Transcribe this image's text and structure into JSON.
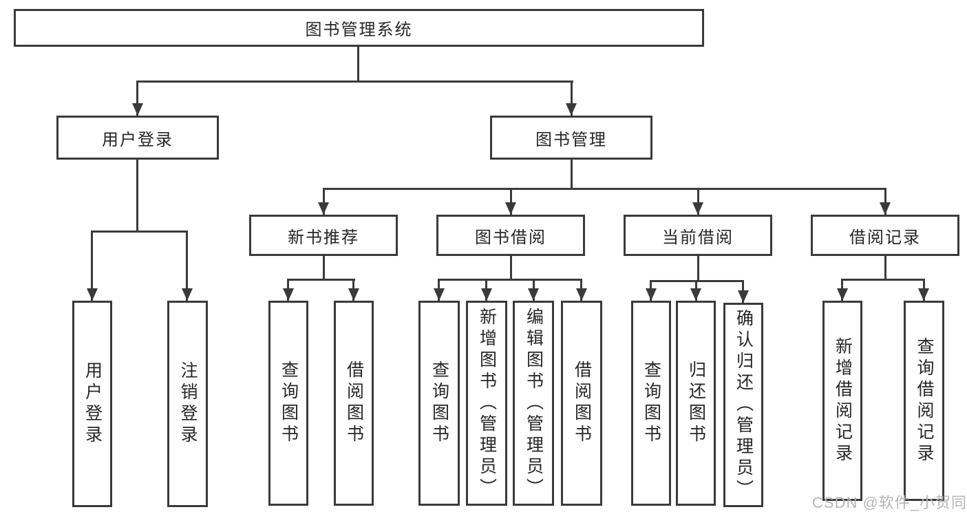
{
  "nodes": {
    "root": "图书管理系统",
    "user_login": "用户登录",
    "book_mgmt": "图书管理",
    "new_book": "新书推荐",
    "book_borrow": "图书借阅",
    "current_borrow": "当前借阅",
    "borrow_record": "借阅记录",
    "leaf_user_login": "用户登录",
    "leaf_logout": "注销登录",
    "leaf_nb_query": "查询图书",
    "leaf_nb_borrow": "借阅图书",
    "leaf_bb_query": "查询图书",
    "leaf_bb_add": "新增图书（管理员）",
    "leaf_bb_edit": "编辑图书（管理员）",
    "leaf_bb_borrow": "借阅图书",
    "leaf_cb_query": "查询图书",
    "leaf_cb_return": "归还图书",
    "leaf_cb_confirm": "确认归还（管理员）",
    "leaf_br_add": "新增借阅记录",
    "leaf_br_query": "查询借阅记录"
  },
  "watermark": "CSDN @软件_小贺同学",
  "colors": {
    "line": "#3a3a3a",
    "text": "#262626",
    "watermark": "#b6b6b6",
    "background": "#ffffff"
  }
}
